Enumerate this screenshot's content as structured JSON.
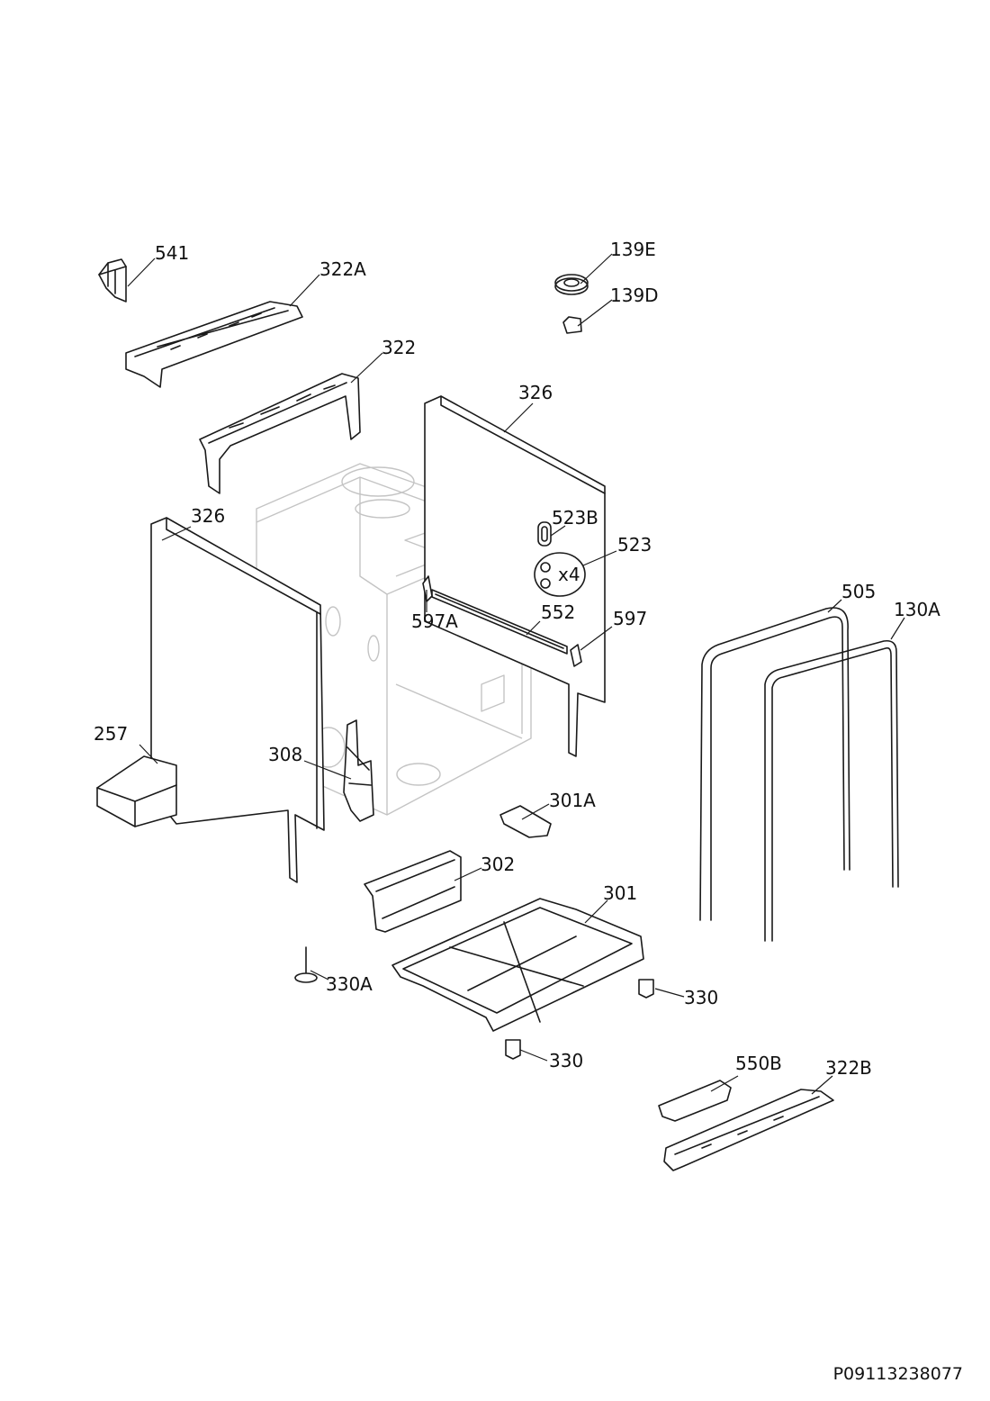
{
  "diagram": {
    "reference_code": "P09113238077",
    "labels": {
      "p541": "541",
      "p322A": "322A",
      "p139E": "139E",
      "p139D": "139D",
      "p322": "322",
      "p326_right": "326",
      "p326_left": "326",
      "p523B": "523B",
      "p523": "523",
      "x4": "x4",
      "p597A": "597A",
      "p552": "552",
      "p597": "597",
      "p505": "505",
      "p130A": "130A",
      "p257": "257",
      "p308": "308",
      "p301A": "301A",
      "p302": "302",
      "p301": "301",
      "p330A": "330A",
      "p330_right": "330",
      "p330_bottom": "330",
      "p550B": "550B",
      "p322B": "322B"
    }
  }
}
